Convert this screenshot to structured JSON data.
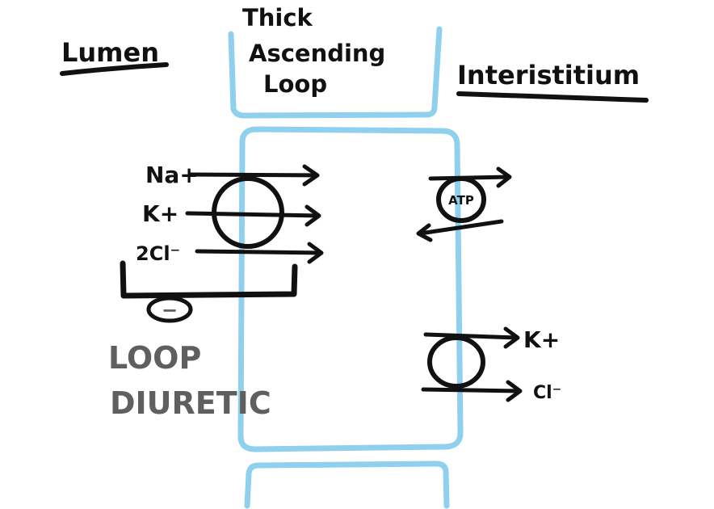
{
  "labels": {
    "lumen": "Lumen",
    "segment_line1": "Thick",
    "segment_line2": "Ascending",
    "segment_line3": "Loop",
    "interstitium": "Interistitium",
    "diuretic_line1": "LOOP",
    "diuretic_line2": "DIURETIC",
    "inhibit_symbol": "−"
  },
  "cotransporter": {
    "ions": [
      "Na+",
      "K+",
      "2Cl⁻"
    ]
  },
  "pump": {
    "label": "ATP"
  },
  "channel": {
    "ions": [
      "K+",
      "Cl⁻"
    ]
  },
  "colors": {
    "ink": "#111111",
    "tube": "#8fd0ee",
    "lumen_underline": "#f2a81d",
    "interstitium_underline": "#d42a2a",
    "diuretic": "#5f5f5f"
  }
}
